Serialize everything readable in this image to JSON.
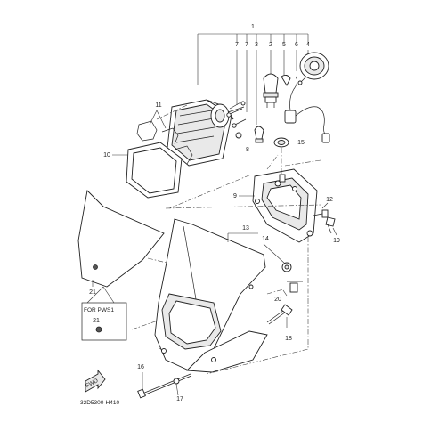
{
  "callouts": {
    "c1": "1",
    "c2": "2",
    "c3": "3",
    "c4": "4",
    "c5": "5",
    "c6": "6",
    "c7a": "7",
    "c7b": "7",
    "c8": "8",
    "c9": "9",
    "c10": "10",
    "c11": "11",
    "c12": "12",
    "c13": "13",
    "c14": "14",
    "c15": "15",
    "c16": "16",
    "c17": "17",
    "c18": "18",
    "c19": "19",
    "c20": "20",
    "c21a": "21",
    "c21b": "21"
  },
  "variant_label": "FOR PWS1",
  "fwd_label": "FWD",
  "diagram_code": "32D5300-H410"
}
